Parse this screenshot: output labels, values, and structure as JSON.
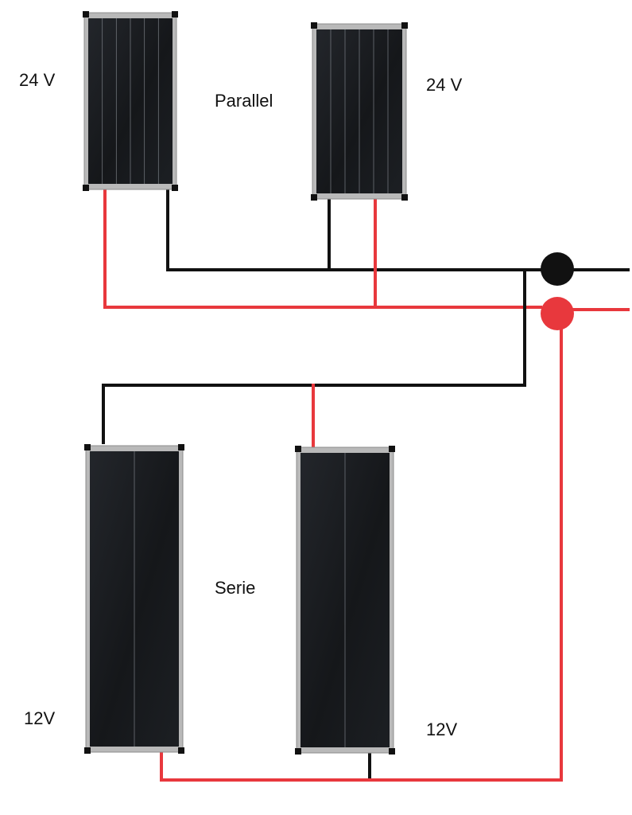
{
  "labels": {
    "top_left_voltage": "24 V",
    "top_right_voltage": "24 V",
    "parallel": "Parallel",
    "serie": "Serie",
    "bottom_left_voltage": "12V",
    "bottom_right_voltage": "12V"
  },
  "colors": {
    "negative_wire": "#111111",
    "positive_wire": "#e8383d",
    "panel_frame": "#b9b9b9",
    "panel_cell": "#16181b",
    "background": "#ffffff"
  },
  "panels": [
    {
      "group": "parallel",
      "voltage": "24 V",
      "cell_columns": 6
    },
    {
      "group": "parallel",
      "voltage": "24 V",
      "cell_columns": 6
    },
    {
      "group": "serie",
      "voltage": "12V",
      "cell_columns": 2
    },
    {
      "group": "serie",
      "voltage": "12V",
      "cell_columns": 2
    }
  ],
  "terminals": [
    {
      "polarity": "negative",
      "color": "#111111"
    },
    {
      "polarity": "positive",
      "color": "#e8383d"
    }
  ]
}
